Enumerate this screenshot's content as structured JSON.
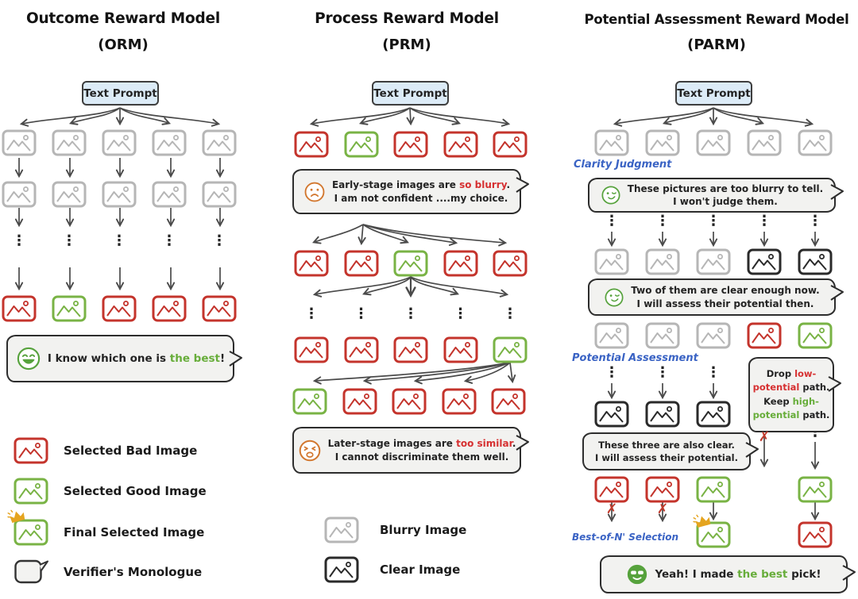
{
  "colors": {
    "bad_red": "#c4342c",
    "good_green": "#79b345",
    "blurry_gray": "#b6b6b6",
    "clear_black": "#2a2a2a",
    "stage_label_blue": "#3a63c4",
    "highlight_red": "#d63031",
    "highlight_green": "#67ad3a",
    "crown_orange": "#e5a41f",
    "bubble_bg": "#f2f2f0",
    "prompt_bg": "#dcebf7",
    "arrow_gray": "#4a4a4a"
  },
  "glyphs": {
    "vdots": "⋮",
    "cross": "✗"
  },
  "columns": [
    {
      "id": "orm",
      "title": "Outcome Reward Model",
      "subtitle": "(ORM)",
      "prompt_label": "Text Prompt",
      "row1": [
        "blurry",
        "blurry",
        "blurry",
        "blurry",
        "blurry"
      ],
      "row2": [
        "blurry",
        "blurry",
        "blurry",
        "blurry",
        "blurry"
      ],
      "row_final": [
        "bad",
        "good",
        "bad",
        "bad",
        "bad"
      ],
      "bubble": {
        "face": "laugh",
        "lines": [
          [
            {
              "t": "I know which one is ",
              "c": "d"
            },
            {
              "t": "the best",
              "c": "g"
            },
            {
              "t": "!",
              "c": "d"
            }
          ]
        ]
      },
      "legend": [
        {
          "icon": "bad",
          "label": "Selected Bad Image"
        },
        {
          "icon": "good",
          "label": "Selected Good Image"
        },
        {
          "icon": "good",
          "label": "Final Selected Image"
        },
        {
          "icon": "monologue",
          "label": "Verifier's Monologue"
        }
      ]
    },
    {
      "id": "prm",
      "title": "Process Reward Model",
      "subtitle": "(PRM)",
      "prompt_label": "Text Prompt",
      "row1": [
        "bad",
        "good",
        "bad",
        "bad",
        "bad"
      ],
      "row2": [
        "bad",
        "bad",
        "good",
        "bad",
        "bad"
      ],
      "row3": [
        "bad",
        "bad",
        "bad",
        "bad",
        "good"
      ],
      "row4": [
        "good",
        "bad",
        "bad",
        "bad",
        "bad"
      ],
      "bubble1": {
        "face": "sad",
        "lines": [
          [
            {
              "t": "Early-stage images  are ",
              "c": "d"
            },
            {
              "t": "so blurry",
              "c": "r"
            },
            {
              "t": ".",
              "c": "d"
            }
          ],
          [
            {
              "t": "I am not confident ....my choice.",
              "c": "d"
            }
          ]
        ]
      },
      "bubble2": {
        "face": "anguish",
        "lines": [
          [
            {
              "t": "Later-stage images are ",
              "c": "d"
            },
            {
              "t": "too similar",
              "c": "r"
            },
            {
              "t": ".",
              "c": "d"
            }
          ],
          [
            {
              "t": "I cannot discriminate them well.",
              "c": "d"
            }
          ]
        ]
      },
      "legend": [
        {
          "icon": "blurry",
          "label": "Blurry Image"
        },
        {
          "icon": "clear",
          "label": "Clear Image"
        }
      ]
    },
    {
      "id": "parm",
      "title": "Potential Assessment Reward Model",
      "subtitle": "(PARM)",
      "prompt_label": "Text Prompt",
      "stage1_label": "Clarity Judgment",
      "stage2_label": "Potential Assessment",
      "stage3_label": "Best-of-N' Selection",
      "row1": [
        "blurry",
        "blurry",
        "blurry",
        "blurry",
        "blurry"
      ],
      "row2": [
        "blurry",
        "blurry",
        "blurry",
        "clear",
        "clear"
      ],
      "row3": [
        "blurry",
        "blurry",
        "blurry",
        "bad",
        "good"
      ],
      "row4": [
        "clear",
        "clear",
        "clear"
      ],
      "row5": [
        "bad",
        "bad",
        "good"
      ],
      "right_good": [
        "good"
      ],
      "right_bad": [
        "bad"
      ],
      "final_icon": [
        "good"
      ],
      "bubble1": {
        "face": "wink",
        "lines": [
          [
            {
              "t": "These pictures are too blurry to tell.",
              "c": "d"
            }
          ],
          [
            {
              "t": "I won't judge them.",
              "c": "d"
            }
          ]
        ]
      },
      "bubble2": {
        "face": "wink",
        "lines": [
          [
            {
              "t": "Two of them are clear enough now.",
              "c": "d"
            }
          ],
          [
            {
              "t": "I will assess their potential then.",
              "c": "d"
            }
          ]
        ]
      },
      "bubble_drop": {
        "lines": [
          [
            {
              "t": "Drop ",
              "c": "d"
            },
            {
              "t": "low-",
              "c": "r"
            }
          ],
          [
            {
              "t": "potential",
              "c": "r"
            },
            {
              "t": " path.",
              "c": "d"
            }
          ],
          [
            {
              "t": "Keep ",
              "c": "d"
            },
            {
              "t": "high-",
              "c": "g"
            }
          ],
          [
            {
              "t": "potential",
              "c": "g"
            },
            {
              "t": " path.",
              "c": "d"
            }
          ]
        ]
      },
      "bubble3": {
        "lines": [
          [
            {
              "t": "These three are also clear.",
              "c": "d"
            }
          ],
          [
            {
              "t": "I will assess their potential.",
              "c": "d"
            }
          ]
        ]
      },
      "bubble4": {
        "face": "cool",
        "lines": [
          [
            {
              "t": "Yeah! I made ",
              "c": "d"
            },
            {
              "t": "the best",
              "c": "g"
            },
            {
              "t": " pick!",
              "c": "d"
            }
          ]
        ]
      }
    }
  ]
}
